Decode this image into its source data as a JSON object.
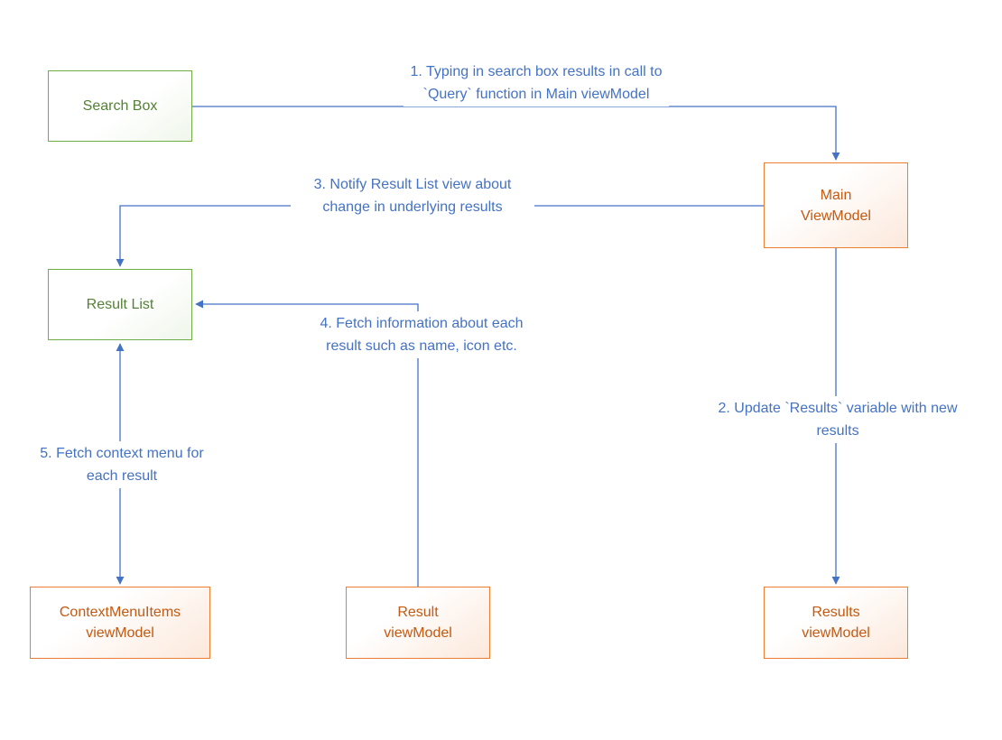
{
  "colors": {
    "background": "#ffffff",
    "arrow_blue": "#4472C4",
    "annotation_text": "#4472C4",
    "green_node_border": "#70AD47",
    "green_node_text": "#538135",
    "orange_node_border": "#ED7D31",
    "orange_node_text": "#C45911"
  },
  "nodes": {
    "search_box": {
      "lines": [
        "Search Box"
      ]
    },
    "main_viewmodel": {
      "lines": [
        "Main",
        "ViewModel"
      ]
    },
    "result_list": {
      "lines": [
        "Result List"
      ]
    },
    "contextmenuitems_viewmodel": {
      "lines": [
        "ContextMenuItems",
        "viewModel"
      ]
    },
    "result_viewmodel": {
      "lines": [
        "Result",
        "viewModel"
      ]
    },
    "results_viewmodel": {
      "lines": [
        "Results",
        "viewModel"
      ]
    }
  },
  "annotations": {
    "step1": "1. Typing in search box results in call to `Query` function in Main viewModel",
    "step2": "2. Update `Results` variable with new results",
    "step3": "3. Notify Result List view about change in underlying results",
    "step4": "4. Fetch information about each result such as name, icon etc.",
    "step5": "5. Fetch context menu for each result"
  }
}
